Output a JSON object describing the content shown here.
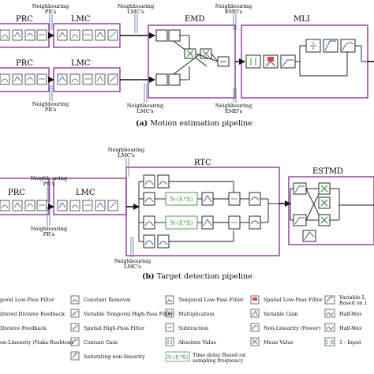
{
  "top": {
    "blocks": {
      "prc": "PRC",
      "lmc": "LMC",
      "emd": "EMD",
      "mli": "MLI"
    },
    "labels": {
      "pr_top": [
        "Neighbouring",
        "PR's"
      ],
      "lmc_top": [
        "Neighbouring",
        "LMC's"
      ],
      "emd_top": [
        "Neighbouring",
        "EMD's"
      ],
      "pr_bottom": [
        "Neighbouring",
        "PR's"
      ],
      "lmc_bottom": [
        "Neighbouring",
        "LMC's"
      ],
      "emd_bottom": [
        "Neighbouring",
        "EMD's"
      ]
    },
    "caption_tag": "(a)",
    "caption_text": "Motion estimation pipeline"
  },
  "bottom": {
    "blocks": {
      "prc": "PRC",
      "lmc": "LMC",
      "rtc": "RTC",
      "estmd": "ESTMD"
    },
    "labels": {
      "lmc_top": [
        "Neighbouring",
        "LMC's"
      ],
      "pr_top": [
        "Neighbouring",
        "PR's"
      ],
      "pr_bottom": [
        "Neighbouring",
        "PR's"
      ],
      "lmc_bottom": [
        "Neighbouring",
        "LMC's"
      ]
    },
    "nfx_label": "N-(F,*X)",
    "caption_tag": "(b)",
    "caption_text": "Target detection pipeline"
  },
  "legend": [
    {
      "icon": "lowpass",
      "text": "poral Low-Pass Filter"
    },
    {
      "icon": "divfb",
      "text": "iltered Divisive Feedback"
    },
    {
      "icon": "divfb",
      "text": "Divisive Feedback"
    },
    {
      "icon": "nonlin",
      "text": "on-Linearity (Naka-Rushton)"
    },
    {
      "icon": "const",
      "text": "Constant Removal"
    },
    {
      "icon": "varhp",
      "text": "Variable Temporal High-Pass Filter"
    },
    {
      "icon": "spathp",
      "text": "Spatial High-Pass Filter"
    },
    {
      "icon": "gain",
      "text": "Contant Gain"
    },
    {
      "icon": "sat",
      "text": "Saturating non-linearity"
    },
    {
      "icon": "lowpass",
      "text": "Temporal Low-Pass Filter"
    },
    {
      "icon": "mult",
      "text": "Multiplication"
    },
    {
      "icon": "sub",
      "text": "Subtraction"
    },
    {
      "icon": "abs",
      "text": "Absolute Value"
    },
    {
      "icon": "nfx",
      "text": "N-(F,*X)",
      "text2": "Time delay Based on sampling frequency"
    },
    {
      "icon": "spatlp",
      "text": "Spatial Low-Pass Filter"
    },
    {
      "icon": "vgain",
      "text": "Variable Gain"
    },
    {
      "icon": "power",
      "text": "Non-Linearity (Power)"
    },
    {
      "icon": "mean",
      "text": "Mean Value"
    },
    {
      "icon": "inv",
      "text": "1 - Input"
    },
    {
      "icon": "varlp",
      "text": "Variable L",
      "text2": "Based on 1"
    },
    {
      "icon": "halfwave",
      "text": "Half-Wav"
    },
    {
      "icon": "halfwave",
      "text": "Half-Wav"
    }
  ],
  "colors": {
    "block": "#8e3a98",
    "green": "#3c8a3c",
    "line": "#111111"
  }
}
